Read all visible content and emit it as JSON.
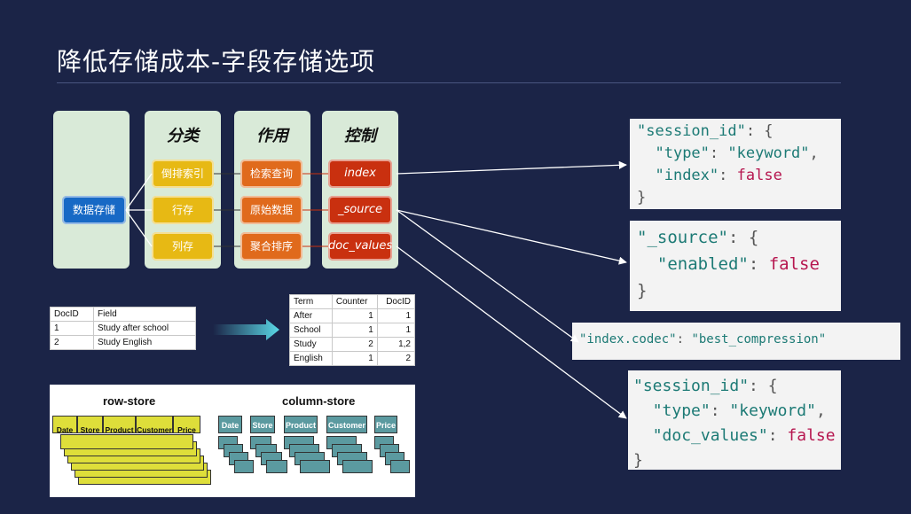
{
  "slide": {
    "title": "降低存储成本-字段存储选项"
  },
  "diagram": {
    "root": "数据存储",
    "columns": {
      "category": "分类",
      "purpose": "作用",
      "control": "控制"
    },
    "rows": [
      {
        "category": "倒排索引",
        "purpose": "检索查询",
        "control": "index"
      },
      {
        "category": "行存",
        "purpose": "原始数据",
        "control": "_source"
      },
      {
        "category": "列存",
        "purpose": "聚合排序",
        "control": "doc_values"
      }
    ]
  },
  "code": {
    "block1": {
      "l1a": "\"session_id\"",
      "l1b": ": {",
      "l2a": "\"type\"",
      "l2b": ": ",
      "l2c": "\"keyword\"",
      "l2d": ",",
      "l3a": "\"index\"",
      "l3b": ": ",
      "l3c": "false",
      "l4": "}"
    },
    "block2": {
      "l1a": "\"_source\"",
      "l1b": ": {",
      "l2a": "\"enabled\"",
      "l2b": ": ",
      "l2c": "false",
      "l3": "}"
    },
    "block3": {
      "a": "\"index.codec\"",
      "b": ": ",
      "c": "\"best_compression\""
    },
    "block4": {
      "l1a": "\"session_id\"",
      "l1b": ": {",
      "l2a": "\"type\"",
      "l2b": ": ",
      "l2c": "\"keyword\"",
      "l2d": ",",
      "l3a": "\"doc_values\"",
      "l3b": ": ",
      "l3c": "false",
      "l4": "}"
    }
  },
  "doc_table": {
    "headers": [
      "DocID",
      "Field"
    ],
    "rows": [
      [
        "1",
        "Study after school"
      ],
      [
        "2",
        "Study English"
      ]
    ]
  },
  "inverted_table": {
    "headers": [
      "Term",
      "Counter",
      "DocID"
    ],
    "rows": [
      [
        "After",
        "1",
        "1"
      ],
      [
        "School",
        "1",
        "1"
      ],
      [
        "Study",
        "2",
        "1,2"
      ],
      [
        "English",
        "1",
        "2"
      ]
    ]
  },
  "storage": {
    "row_store_title": "row-store",
    "column_store_title": "column-store",
    "fields": [
      "Date",
      "Store",
      "Product",
      "Customer",
      "Price"
    ]
  },
  "colors": {
    "background": "#1b2447",
    "yellow": "#e7b914",
    "orange": "#e06a1c",
    "red": "#c9300f",
    "blue": "#1769c5",
    "panel": "#d9ead8"
  }
}
